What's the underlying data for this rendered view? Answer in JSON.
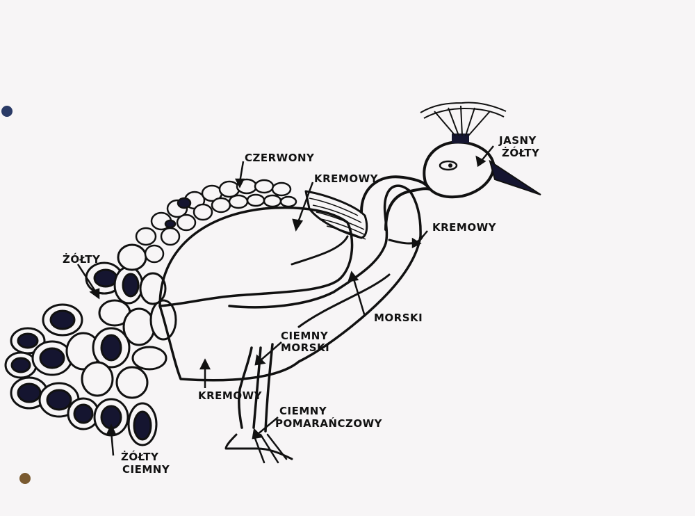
{
  "labels": {
    "czerwony": "CZERWONY",
    "kremowy_wing": "KREMOWY",
    "kremowy_neck": "KREMOWY",
    "kremowy_belly": "KREMOWY",
    "jasny_zolty_1": "JASNY",
    "jasny_zolty_2": "ŻÓŁTY",
    "zolty_tail": "ŻÓŁTY",
    "morski": "MORSKI",
    "ciemny_morski_1": "CIEMNY",
    "ciemny_morski_2": "MORSKI",
    "ciemny_pom_1": "CIEMNY",
    "ciemny_pom_2": "POMARAŃCZOWY",
    "zolty_ciemny_1": "ŻÓŁTY",
    "zolty_ciemny_2": "CIEMNY"
  },
  "colors": {
    "paper": "#f7f5f6",
    "ink": "#111111",
    "ink_fill": "#151530"
  }
}
